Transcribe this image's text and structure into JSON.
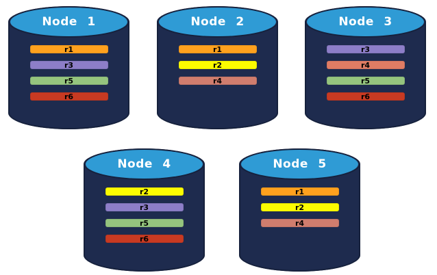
{
  "diagram": {
    "background": "#ffffff",
    "palette": {
      "cylinder_body": "#1E2B4E",
      "cylinder_outline": "#16213C",
      "cylinder_top": "#2F9BD5",
      "node_label_color": "#FFFFFF",
      "record_label_color": "#000000",
      "record_colors": {
        "r1": "#FFA11E",
        "r2": "#FCFC00",
        "r3": "#8D7EC8",
        "r4": "#D07D6E",
        "r5": "#95C47E",
        "r6": "#C83A22"
      }
    },
    "nodes": [
      {
        "label": "Node 1",
        "records": [
          {
            "label": "r1",
            "color": "#FFA11E"
          },
          {
            "label": "r3",
            "color": "#8D7EC8"
          },
          {
            "label": "r5",
            "color": "#95C47E"
          },
          {
            "label": "r6",
            "color": "#C83A22"
          }
        ]
      },
      {
        "label": "Node 2",
        "records": [
          {
            "label": "r1",
            "color": "#FFA11E"
          },
          {
            "label": "r2",
            "color": "#FCFC00"
          },
          {
            "label": "r4",
            "color": "#D07D6E"
          }
        ]
      },
      {
        "label": "Node 3",
        "records": [
          {
            "label": "r3",
            "color": "#8D7EC8"
          },
          {
            "label": "r4",
            "color": "#E07C64"
          },
          {
            "label": "r5",
            "color": "#95C47E"
          },
          {
            "label": "r6",
            "color": "#C83A22"
          }
        ]
      },
      {
        "label": "Node 4",
        "records": [
          {
            "label": "r2",
            "color": "#FCFC00"
          },
          {
            "label": "r3",
            "color": "#8D7EC8"
          },
          {
            "label": "r5",
            "color": "#95C47E"
          },
          {
            "label": "r6",
            "color": "#C83A22"
          }
        ]
      },
      {
        "label": "Node 5",
        "records": [
          {
            "label": "r1",
            "color": "#FFA11E"
          },
          {
            "label": "r2",
            "color": "#FCFC00"
          },
          {
            "label": "r4",
            "color": "#D07D6E"
          }
        ]
      }
    ]
  }
}
